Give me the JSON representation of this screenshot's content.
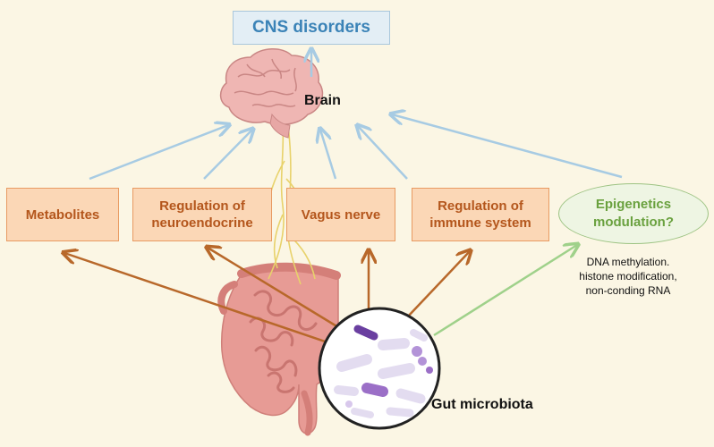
{
  "title": "CNS disorders",
  "brain_label": "Brain",
  "gut_label": "Gut microbiota",
  "boxes": {
    "metabolites": "Metabolites",
    "neuroendocrine": "Regulation of\nneuroendocrine",
    "vagus": "Vagus nerve",
    "immune": "Regulation of\nimmune system"
  },
  "epigenetics": "Epigenetics\nmodulation?",
  "epigenetics_note": "DNA methylation.\nhistone modification,\nnon-conding RNA",
  "icons": {
    "brain": "brain-icon",
    "intestine": "intestine-icon",
    "microbiota": "bacteria-icon",
    "vagus": "vagus-nerve-icon"
  },
  "colors": {
    "background": "#fbf6e4",
    "box_fill": "#fbd7b6",
    "box_border": "#e89a62",
    "box_text": "#b4561c",
    "brown_arrow": "#b8682a",
    "blue_arrow": "#a7cbe3",
    "green_arrow": "#9fd18a",
    "cns_text": "#3b83b7",
    "epi_text": "#6aa13f"
  }
}
